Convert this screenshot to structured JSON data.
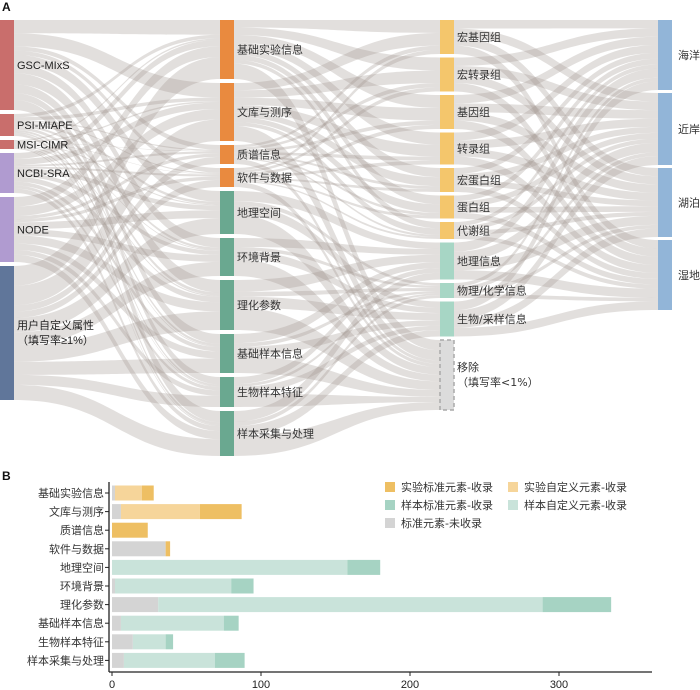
{
  "panels": {
    "a": "A",
    "b": "B"
  },
  "sankey": {
    "columns": [
      [
        {
          "name": "GSC-MIxS",
          "v": 90,
          "c": "#c96e6c"
        },
        {
          "name": "PSI-MIAPE",
          "v": 22,
          "c": "#c96e6c"
        },
        {
          "name": "MSI-CIMR",
          "v": 9,
          "c": "#c96e6c"
        },
        {
          "name": "NCBI-SRA",
          "v": 40,
          "c": "#b09bd0"
        },
        {
          "name": "NODE",
          "v": 65,
          "c": "#b09bd0"
        },
        {
          "name": "用户自定义属性",
          "name2": "（填写率≥1%）",
          "v": 134,
          "c": "#60769a"
        }
      ],
      [
        {
          "name": "基础实验信息",
          "v": 59,
          "c": "#e98a3f",
          "g": "exp"
        },
        {
          "name": "文库与测序",
          "v": 58,
          "c": "#e98a3f",
          "g": "exp"
        },
        {
          "name": "质谱信息",
          "v": 19,
          "c": "#e98a3f",
          "g": "exp"
        },
        {
          "name": "软件与数据",
          "v": 19,
          "c": "#e98a3f",
          "g": "exp"
        },
        {
          "name": "地理空间",
          "v": 43,
          "c": "#6aa890",
          "g": "smp"
        },
        {
          "name": "环境背景",
          "v": 38,
          "c": "#6aa890",
          "g": "smp"
        },
        {
          "name": "理化参数",
          "v": 50,
          "c": "#6aa890",
          "g": "smp"
        },
        {
          "name": "基础样本信息",
          "v": 39,
          "c": "#6aa890",
          "g": "smp"
        },
        {
          "name": "生物样本特征",
          "v": 30,
          "c": "#6aa890",
          "g": "smp"
        },
        {
          "name": "样本采集与处理",
          "v": 45,
          "c": "#6aa890",
          "g": "smp"
        }
      ],
      [
        {
          "name": "宏基因组",
          "v": 34,
          "c": "#f4c66c",
          "g": "exp"
        },
        {
          "name": "宏转录组",
          "v": 34,
          "c": "#f4c66c",
          "g": "exp"
        },
        {
          "name": "基因组",
          "v": 34,
          "c": "#f4c66c",
          "g": "exp"
        },
        {
          "name": "转录组",
          "v": 32,
          "c": "#f4c66c",
          "g": "exp"
        },
        {
          "name": "宏蛋白组",
          "v": 24,
          "c": "#f4c66c",
          "g": "exp"
        },
        {
          "name": "蛋白组",
          "v": 23,
          "c": "#f4c66c",
          "g": "exp"
        },
        {
          "name": "代谢组",
          "v": 17,
          "c": "#f4c66c",
          "g": "exp"
        },
        {
          "name": "地理信息",
          "v": 37,
          "c": "#a7d6c5",
          "g": "smp"
        },
        {
          "name": "物理/化学信息",
          "v": 15,
          "c": "#a7d6c5",
          "g": "smp"
        },
        {
          "name": "生物/采样信息",
          "v": 35,
          "c": "#a7d6c5",
          "g": "smp"
        },
        {
          "name": "移除",
          "name2": "（填写率<1%）",
          "v": 70,
          "c": "#dcdcdc",
          "g": "rm"
        }
      ],
      [
        {
          "name": "海洋",
          "v": 70,
          "c": "#92b5d8"
        },
        {
          "name": "近岸",
          "v": 72,
          "c": "#92b5d8"
        },
        {
          "name": "湖泊",
          "v": 69,
          "c": "#92b5d8"
        },
        {
          "name": "湿地",
          "v": 70,
          "c": "#92b5d8"
        }
      ]
    ]
  },
  "chart_data": {
    "type": "bar",
    "stacked": true,
    "orientation": "horizontal",
    "categories": [
      "基础实验信息",
      "文库与测序",
      "质谱信息",
      "软件与数据",
      "地理空间",
      "环境背景",
      "理化参数",
      "基础样本信息",
      "生物样本特征",
      "样本采集与处理"
    ],
    "series": [
      {
        "name": "标准元素-未收录",
        "color": "#d4d4d4",
        "values": [
          2,
          6,
          0,
          36,
          0,
          2,
          31,
          6,
          14,
          8
        ]
      },
      {
        "name": "实验自定义元素-收录",
        "color": "#f6d59a",
        "values": [
          18,
          53,
          0,
          0,
          0,
          0,
          0,
          0,
          0,
          0
        ]
      },
      {
        "name": "实验标准元素-收录",
        "color": "#eebf63",
        "values": [
          8,
          28,
          24,
          3,
          0,
          0,
          0,
          0,
          0,
          0
        ]
      },
      {
        "name": "样本自定义元素-收录",
        "color": "#c9e3da",
        "values": [
          0,
          0,
          0,
          0,
          158,
          78,
          258,
          69,
          22,
          61
        ]
      },
      {
        "name": "样本标准元素-收录",
        "color": "#a6d3c3",
        "values": [
          0,
          0,
          0,
          0,
          22,
          15,
          46,
          10,
          5,
          20
        ]
      }
    ],
    "legend_order": [
      "实验标准元素-收录",
      "实验自定义元素-收录",
      "样本标准元素-收录",
      "样本自定义元素-收录",
      "标准元素-未收录"
    ],
    "xticks": [
      0,
      100,
      200,
      300
    ],
    "xlim": [
      0,
      360
    ],
    "legend_position": "top-right"
  }
}
